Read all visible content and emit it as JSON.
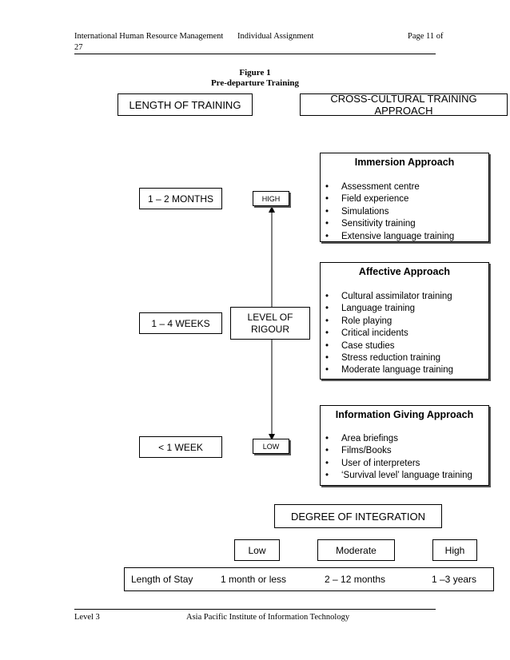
{
  "header": {
    "course": "International Human Resource Management",
    "assignment": "Individual Assignment",
    "page": "Page 11 of",
    "page_total": "27"
  },
  "figure": {
    "number": "Figure 1",
    "caption": "Pre-departure Training"
  },
  "diagram": {
    "length_of_training": "LENGTH OF TRAINING",
    "cross_cultural": "CROSS-CULTURAL TRAINING APPROACH",
    "durations": [
      "1 – 2 MONTHS",
      "1 – 4 WEEKS",
      "< 1 WEEK"
    ],
    "high": "HIGH",
    "low": "LOW",
    "rigour_line1": "LEVEL OF",
    "rigour_line2": "RIGOUR",
    "approaches": [
      {
        "title": "Immersion Approach",
        "items": [
          "Assessment centre",
          "Field experience",
          "Simulations",
          "Sensitivity training",
          "Extensive language training"
        ]
      },
      {
        "title": "Affective Approach",
        "items": [
          "Cultural assimilator training",
          "Language training",
          "Role playing",
          "Critical incidents",
          "Case studies",
          "Stress reduction training",
          "Moderate language training"
        ]
      },
      {
        "title": "Information Giving Approach",
        "items": [
          "Area briefings",
          "Films/Books",
          "User of interpreters",
          "‘Survival level’ language training"
        ]
      }
    ],
    "degree_of_integration": "DEGREE OF INTEGRATION",
    "integration_levels": [
      "Low",
      "Moderate",
      "High"
    ],
    "length_of_stay": {
      "label": "Length of Stay",
      "values": [
        "1 month or less",
        "2 – 12 months",
        "1 –3 years"
      ]
    }
  },
  "footer": {
    "level": "Level 3",
    "institute": "Asia Pacific Institute of Information Technology"
  }
}
